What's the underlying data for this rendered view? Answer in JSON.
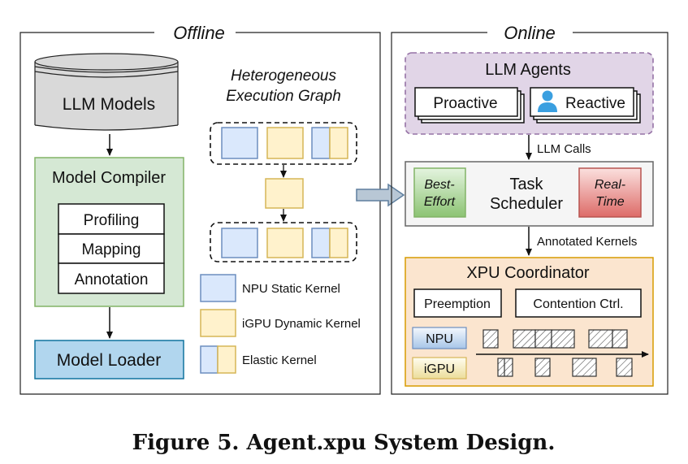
{
  "offline": {
    "title": "Offline",
    "llm_models": "LLM Models",
    "model_compiler": {
      "title": "Model Compiler",
      "steps": [
        "Profiling",
        "Mapping",
        "Annotation"
      ]
    },
    "model_loader": "Model Loader",
    "graph_title_line1": "Heterogeneous",
    "graph_title_line2": "Execution Graph",
    "legend": [
      "NPU Static Kernel",
      "iGPU Dynamic Kernel",
      "Elastic Kernel"
    ]
  },
  "online": {
    "title": "Online",
    "agents": {
      "title": "LLM Agents",
      "proactive": "Proactive",
      "reactive": "Reactive"
    },
    "llm_calls": "LLM Calls",
    "scheduler": {
      "title_line1": "Task",
      "title_line2": "Scheduler",
      "best_effort_line1": "Best-",
      "best_effort_line2": "Effort",
      "real_time_line1": "Real-",
      "real_time_line2": "Time"
    },
    "annotated_kernels": "Annotated Kernels",
    "coordinator": {
      "title": "XPU Coordinator",
      "preemption": "Preemption",
      "contention": "Contention Ctrl.",
      "npu": "NPU",
      "igpu": "iGPU"
    }
  },
  "caption": "Figure 5. Agent.xpu System Design.",
  "colors": {
    "npu_fill": "#dae8fc",
    "npu_stroke": "#6c8ebf",
    "igpu_fill": "#fff2cc",
    "igpu_stroke": "#d6b656",
    "compiler_fill": "#d5e8d4",
    "compiler_stroke": "#82b366",
    "loader_fill": "#b1d6ee",
    "agents_fill": "#e1d5e7",
    "agents_stroke": "#9673a6",
    "coordinator_fill": "#fbe5cf",
    "coordinator_stroke": "#d79b00"
  }
}
